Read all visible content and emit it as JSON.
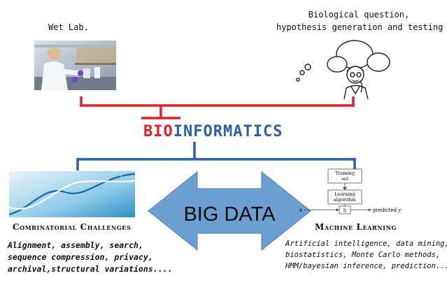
{
  "wet_lab": {
    "label": "Wet Lab."
  },
  "question": {
    "lines": [
      "Biological question,",
      "hypothesis generation and testing"
    ]
  },
  "title": {
    "part1": "BIO",
    "part2": "INFORMATICS"
  },
  "big_data": {
    "label": "BIG DATA"
  },
  "combinatorial": {
    "title": "Combinatorial Challenges",
    "lines": [
      "Alignment, assembly, search,",
      "sequence compression, privacy,",
      "archival,structural variations...."
    ]
  },
  "ml": {
    "title": "Machine Learning",
    "lines": [
      "Artificial intelligence, data mining,",
      "biostatistics, Monte Carlo methods,",
      "HMM/bayesian inference, prediction..."
    ],
    "diagram": {
      "training_set": [
        "Training",
        "set"
      ],
      "learning_algorithm": [
        "Learning",
        "algorithm"
      ],
      "hypothesis": "h",
      "input": "x",
      "output": "predicted y"
    }
  },
  "colors": {
    "red": "#e0202a",
    "blue": "#2d5fa8",
    "arrow_blue": "#6a9fd0"
  },
  "icons": {
    "lab": "scientist-photo",
    "thinker": "thinking-person-icon",
    "dna": "dna-helix-image"
  }
}
